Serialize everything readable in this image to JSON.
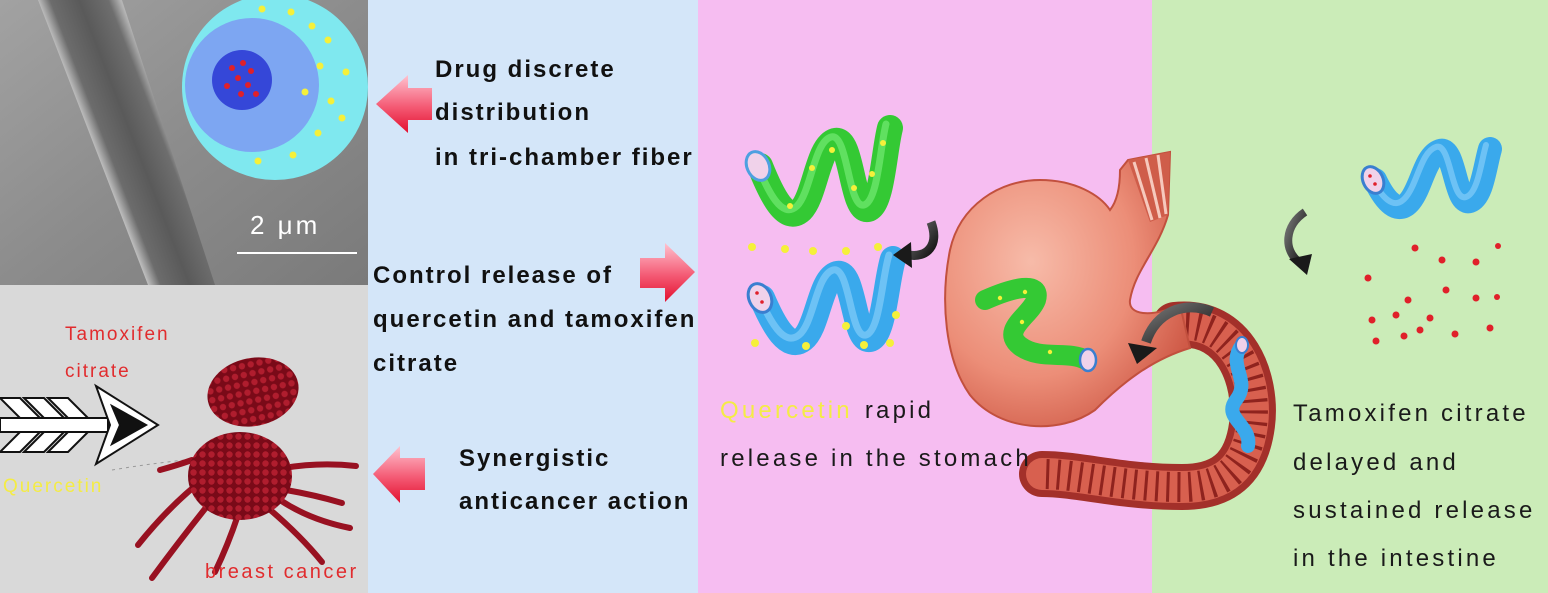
{
  "fiber_image": {
    "scale_bar_label": "2 μm"
  },
  "cancer_panel": {
    "tamoxifen_line1": "Tamoxifen",
    "tamoxifen_line2": "citrate",
    "quercetin_label": "Quercetin",
    "cancer_label": "breast cancer"
  },
  "mechanism_panel": {
    "distribution": [
      "Drug discrete",
      "distribution",
      "in tri-chamber fiber"
    ],
    "control_release": [
      "Control release of",
      "quercetin and tamoxifen",
      "citrate"
    ],
    "synergy": [
      "Synergistic",
      "anticancer action"
    ]
  },
  "stomach_panel": {
    "drug_name": "Quercetin",
    "line1_rest": "rapid",
    "line2": "release in the stomach"
  },
  "intestine_panel": {
    "drug_name": "Tamoxifen citrate",
    "lines": [
      "delayed and",
      "sustained release",
      "in the intestine"
    ]
  },
  "colors": {
    "quercetin": "#f4ec45",
    "tamoxifen": "#e12c2e",
    "cancer_bg": "#d9d9d9",
    "mechanism_bg": "#d4e6f9",
    "stomach_bg": "#f6bdf1",
    "intestine_bg": "#cbecb8",
    "quercetin_fiber": "#34c934",
    "tamoxifen_fiber": "#3aa9ec"
  }
}
